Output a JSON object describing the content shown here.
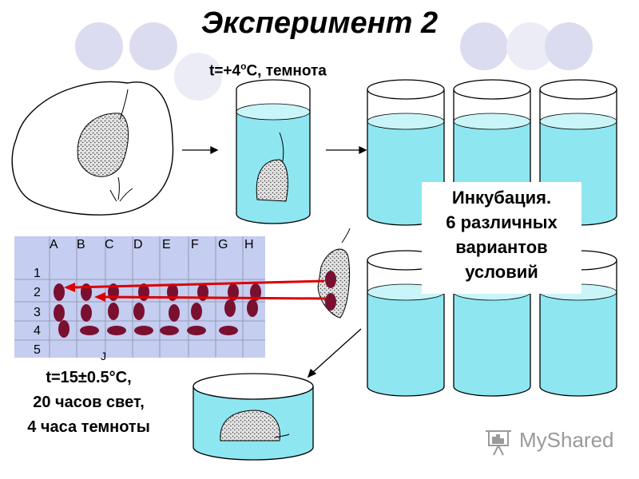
{
  "title": "Эксперимент 2",
  "condition_cold": {
    "prefix": "t=+4",
    "superscript": "o",
    "suffix": "C, темнота"
  },
  "incubation_label": [
    "Инкубация.",
    "6 различных",
    "вариантов",
    "условий"
  ],
  "germination_conditions": [
    "t=15±0.5°C,",
    "20 часов свет,",
    "4 часа темноты"
  ],
  "grid": {
    "columns": [
      "A",
      "B",
      "C",
      "D",
      "E",
      "F",
      "G",
      "H"
    ],
    "rows": [
      "1",
      "2",
      "3",
      "4",
      "5"
    ],
    "mark": "J"
  },
  "watermark": "MyShared",
  "colors": {
    "water": "#8ee6f0",
    "grid_bg": "#c5cdf0",
    "seed": "#7a1030",
    "arrow_red": "#dd0000",
    "deco_circle": "#dcdcf0"
  },
  "icons": [
    "presentation-board-icon"
  ]
}
